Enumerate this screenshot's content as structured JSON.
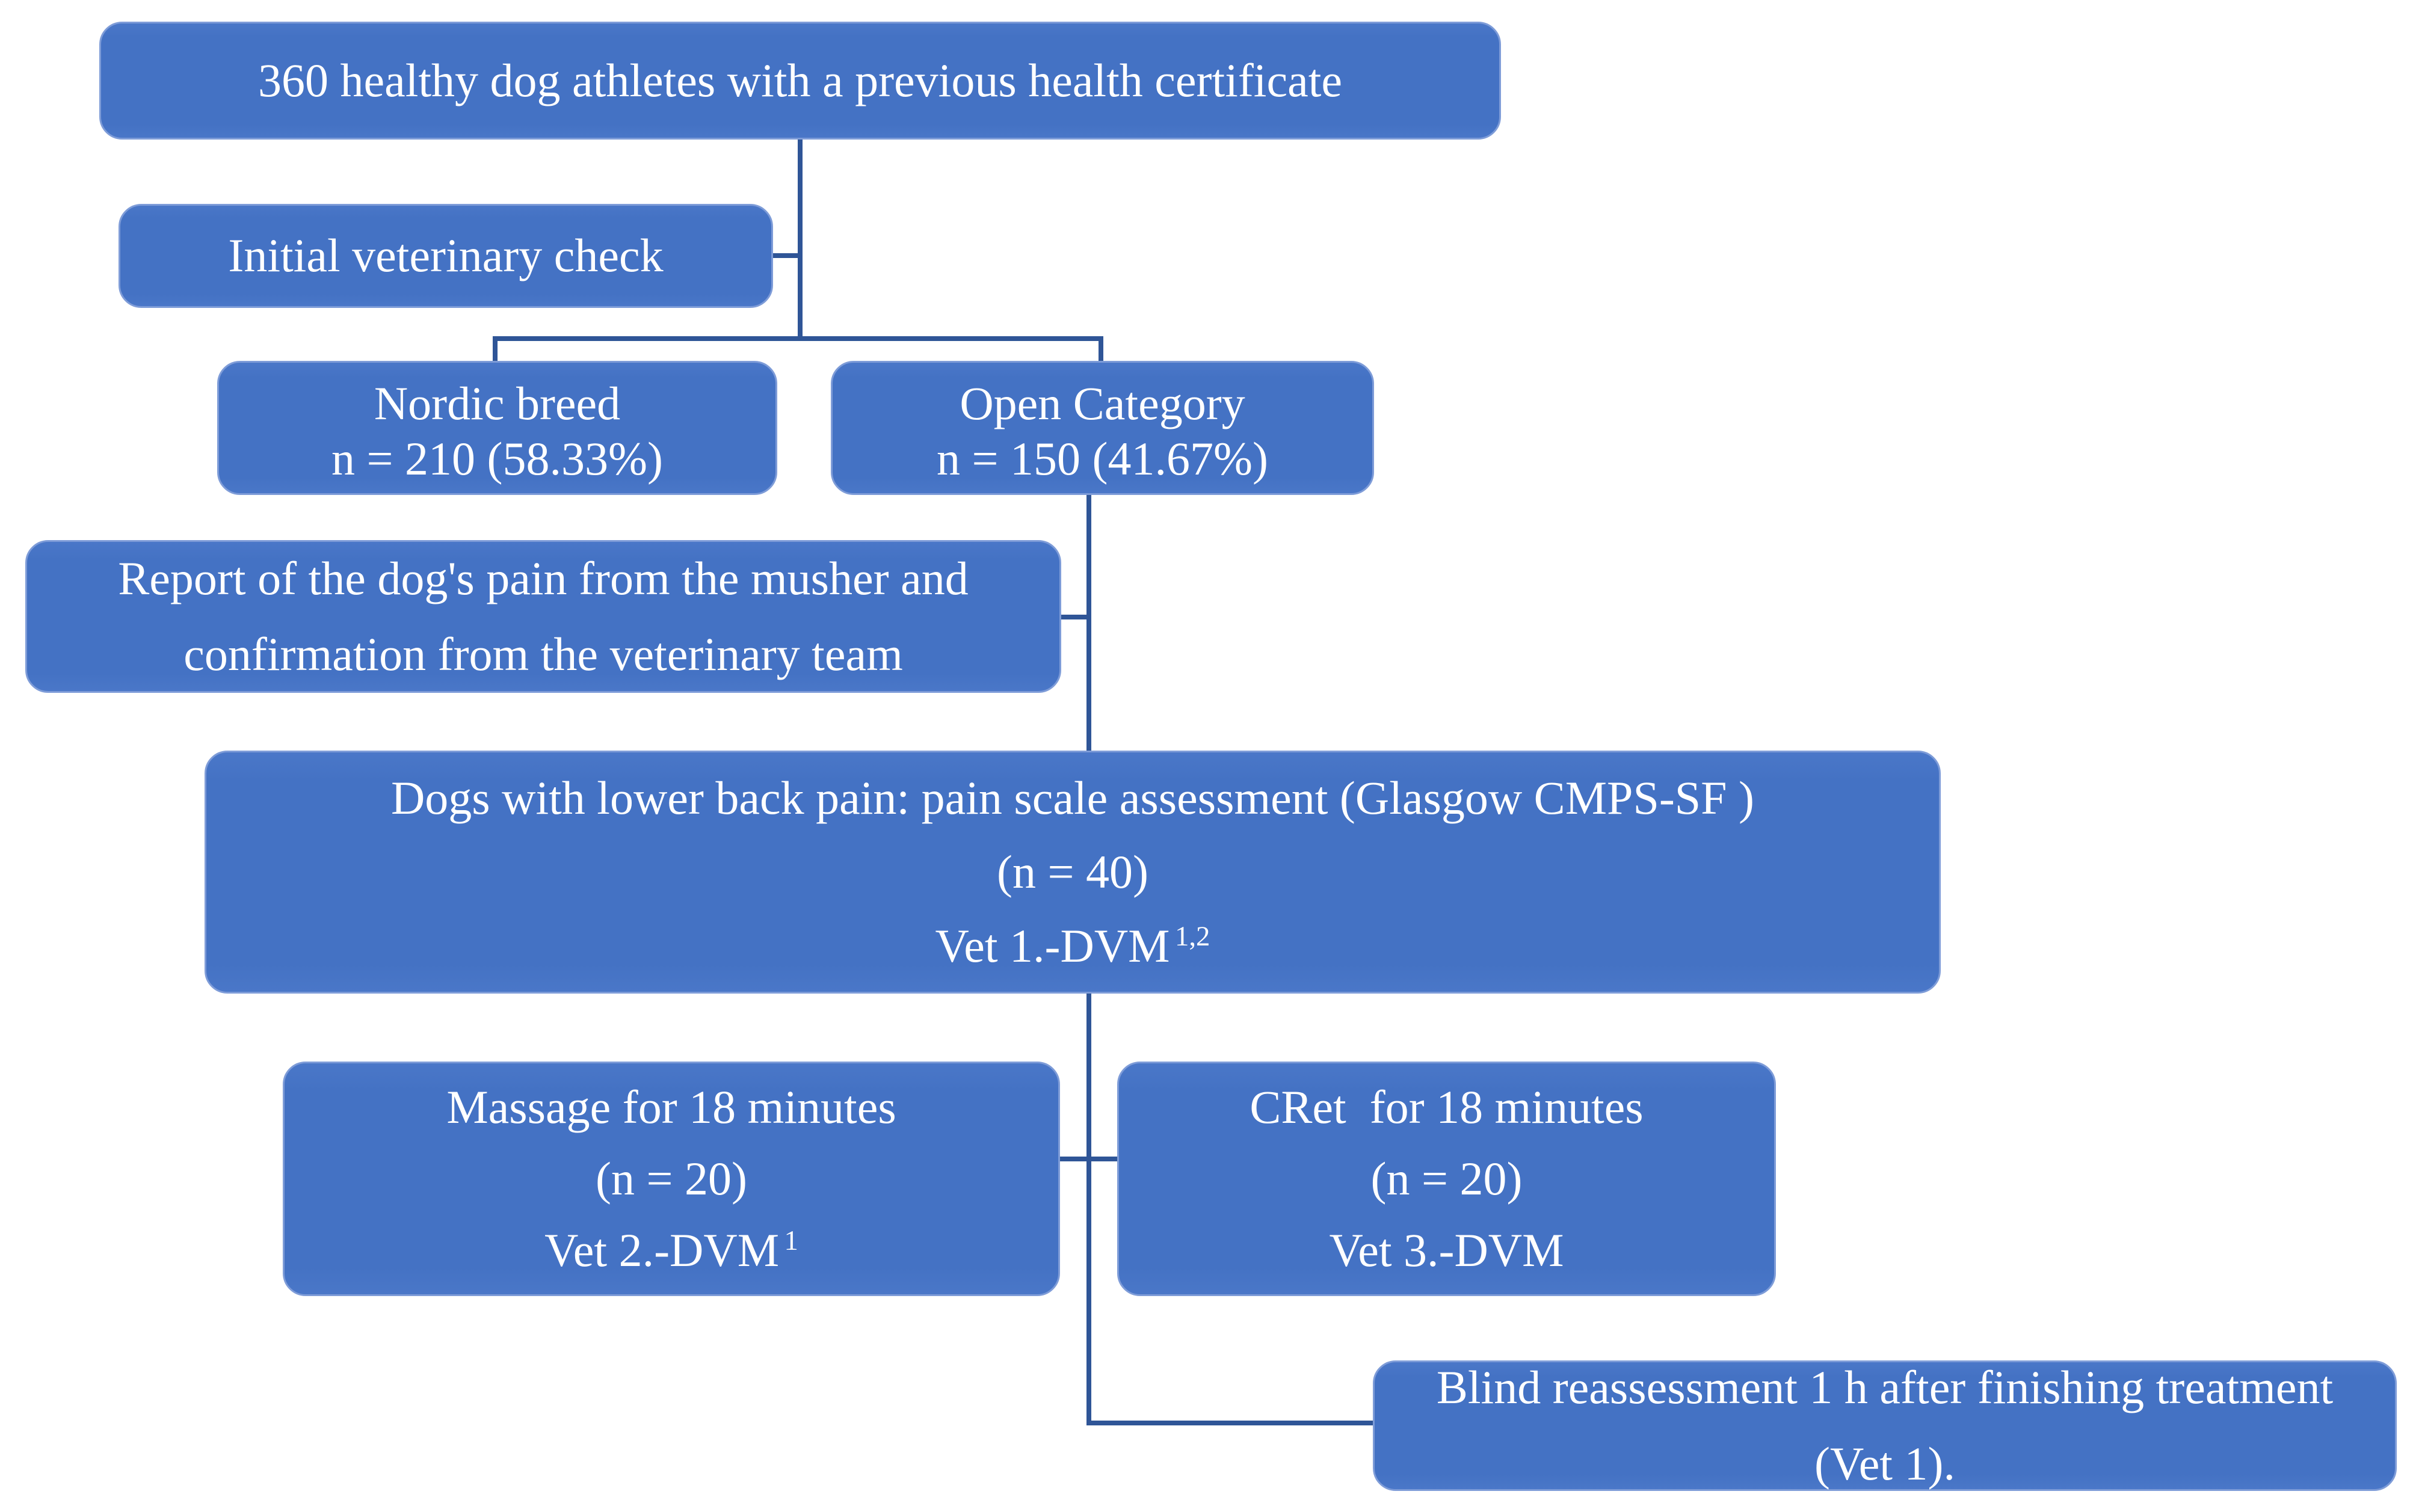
{
  "figure": {
    "type": "flowchart",
    "background_color": "#FFFFFF",
    "node_fill_color": "#4472C4",
    "node_edge_color": "#7E9CD8",
    "node_text_color": "#FFFFFF",
    "connector_color": "#2F5597"
  },
  "nodes": {
    "health": {
      "text": "360 healthy dog athletes with a previous health certificate"
    },
    "initial_check": {
      "text": "Initial veterinary check"
    },
    "nordic": {
      "title": "Nordic breed",
      "count": "n = 210 (58.33%)"
    },
    "open": {
      "title": "Open Category",
      "count": "n = 150 (41.67%)"
    },
    "report": {
      "line1": "Report of the dog's pain from the musher and",
      "line2": "confirmation from the veterinary team"
    },
    "assessment": {
      "line1": "Dogs with lower back pain: pain scale assessment (Glasgow CMPS-SF )",
      "line2": "(n = 40)",
      "line3": "Vet 1.-DVM",
      "line3_sup": "1,2"
    },
    "massage": {
      "line1": "Massage for 18 minutes",
      "line2": "(n = 20)",
      "line3": "Vet 2.-DVM",
      "line3_sup": "1"
    },
    "cret": {
      "line1": "CRet  for 18 minutes",
      "line2": "(n = 20)",
      "line3": "Vet 3.-DVM"
    },
    "reassessment": {
      "line1": "Blind reassessment 1 h after finishing treatment",
      "line2": "(Vet 1)."
    }
  }
}
